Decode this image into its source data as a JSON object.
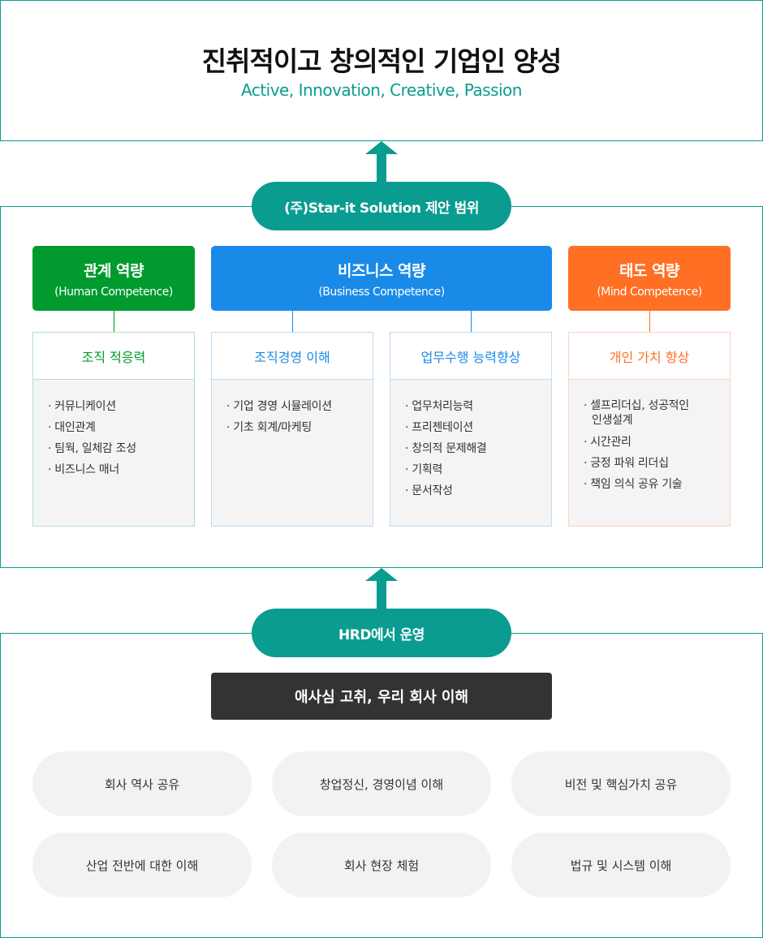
{
  "header": {
    "title": "진취적이고 창의적인 기업인 양성",
    "subtitle": "Active, Innovation, Creative, Passion"
  },
  "scope_label": "(주)Star-it Solution 제안 범위",
  "hrd_label": "HRD에서 운영",
  "colors": {
    "teal": "#0a9c91",
    "green": "#009a2e",
    "blue": "#1a8ae8",
    "orange": "#ff6f24"
  },
  "categories": [
    {
      "name": "관계 역량",
      "en": "(Human Competence)"
    },
    {
      "name": "비즈니스 역량",
      "en": "(Business Competence)"
    },
    {
      "name": "태도 역량",
      "en": "(Mind Competence)"
    }
  ],
  "areas": [
    {
      "title": "조직 적응력",
      "items": [
        "· 커뮤니케이션",
        "· 대인관계",
        "· 팀웍, 일체감 조성",
        "· 비즈니스 매너"
      ]
    },
    {
      "title": "조직경영 이해",
      "items": [
        "· 기업 경영 시뮬레이션",
        "· 기초 회계/마케팅"
      ]
    },
    {
      "title": "업무수행 능력향상",
      "items": [
        "· 업무처리능력",
        "· 프리젠테이션",
        "· 창의적 문제해결",
        "· 기획력",
        "· 문서작성"
      ]
    },
    {
      "title": "개인 가치 향상",
      "items": [
        "· 셀프리더십, 성공적인 인생설계",
        "· 시간관리",
        "· 긍정 파워 리더십",
        "· 책임 의식 공유 기술"
      ]
    }
  ],
  "hrd": {
    "main": "애사심 고취, 우리 회사 이해",
    "programs": [
      "회사 역사 공유",
      "창업정신, 경영이념 이해",
      "비전 및 핵심가치 공유",
      "산업 전반에 대한 이해",
      "회사 현장 체험",
      "법규 및 시스템 이해"
    ]
  }
}
